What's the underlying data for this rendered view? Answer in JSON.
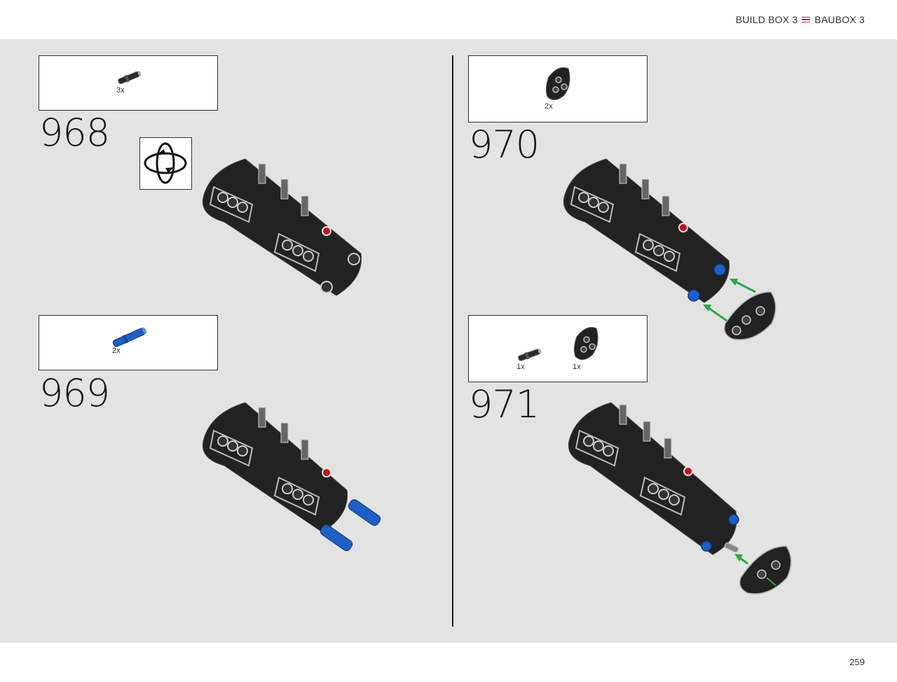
{
  "header": {
    "left_label": "BUILD BOX 3",
    "right_label": "BAUBOX 3",
    "separator_color": "#d0243a"
  },
  "footer": {
    "page_number": "259"
  },
  "steps": [
    {
      "number": "968",
      "parts": [
        {
          "qty": "3x",
          "part": "black-pin"
        }
      ]
    },
    {
      "number": "969",
      "parts": [
        {
          "qty": "2x",
          "part": "blue-axle-pin"
        }
      ]
    },
    {
      "number": "970",
      "parts": [
        {
          "qty": "2x",
          "part": "black-panel"
        }
      ]
    },
    {
      "number": "971",
      "parts": [
        {
          "qty": "1x",
          "part": "black-pin"
        },
        {
          "qty": "1x",
          "part": "black-panel"
        }
      ]
    }
  ],
  "icons": {
    "rotate": "rotate-model-icon"
  },
  "colors": {
    "background": "#e3e3e3",
    "part_black": "#222222",
    "part_blue": "#1f5fc4",
    "arrow_green": "#2ea84a"
  }
}
